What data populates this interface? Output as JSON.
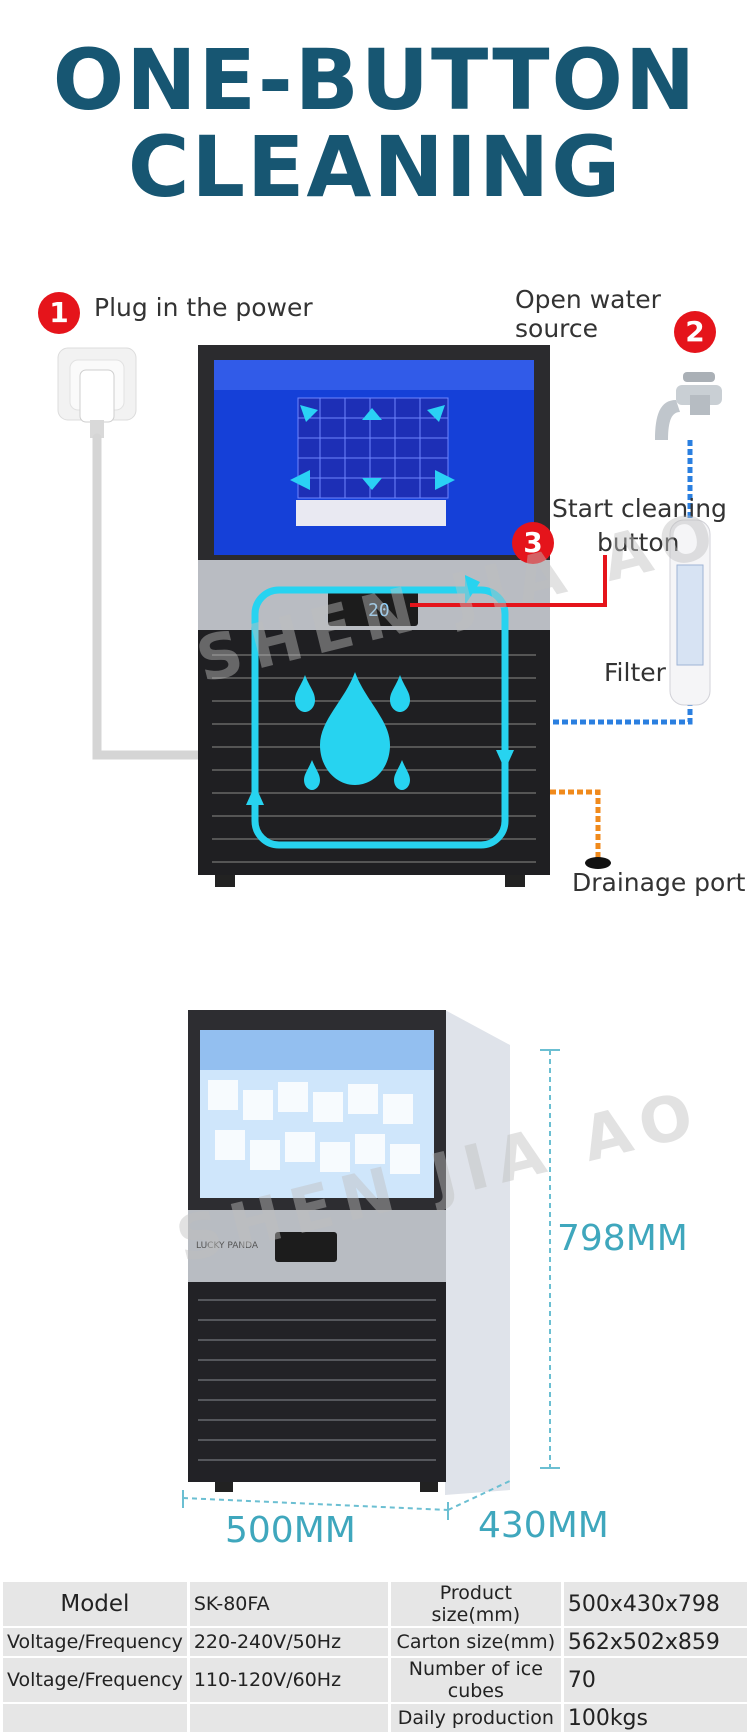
{
  "title": {
    "line1": "ONE-BUTTON",
    "line2": "CLEANING"
  },
  "steps": {
    "s1": {
      "num": "1",
      "label": "Plug in the power"
    },
    "s2": {
      "num": "2",
      "label": "Open water source"
    },
    "s3": {
      "num": "3",
      "label_line1": "Start cleaning",
      "label_line2": "button"
    }
  },
  "labels": {
    "filter": "Filter",
    "drainage": "Drainage port"
  },
  "panel_display": "20",
  "watermark": "SHEN JIA AO",
  "logo_text": "LUCKY PANDA",
  "dimensions": {
    "height": "798MM",
    "width": "500MM",
    "depth": "430MM"
  },
  "specs": {
    "rows": [
      [
        "Model",
        "SK-80FA",
        "Product size(mm)",
        "500x430x798"
      ],
      [
        "Voltage/Frequency",
        "220-240V/50Hz",
        "Carton size(mm)",
        "562x502x859"
      ],
      [
        "Voltage/Frequency",
        "110-120V/60Hz",
        "Number of ice cubes",
        "70"
      ],
      [
        "",
        "",
        "Daily production",
        "100kgs"
      ]
    ]
  },
  "colors": {
    "title": "#175672",
    "step": "#e5141b",
    "flow": "#27d3f0",
    "dimension": "#3fa7bd",
    "water_line": "#2a7fe0",
    "drain_line": "#f08a1c"
  }
}
